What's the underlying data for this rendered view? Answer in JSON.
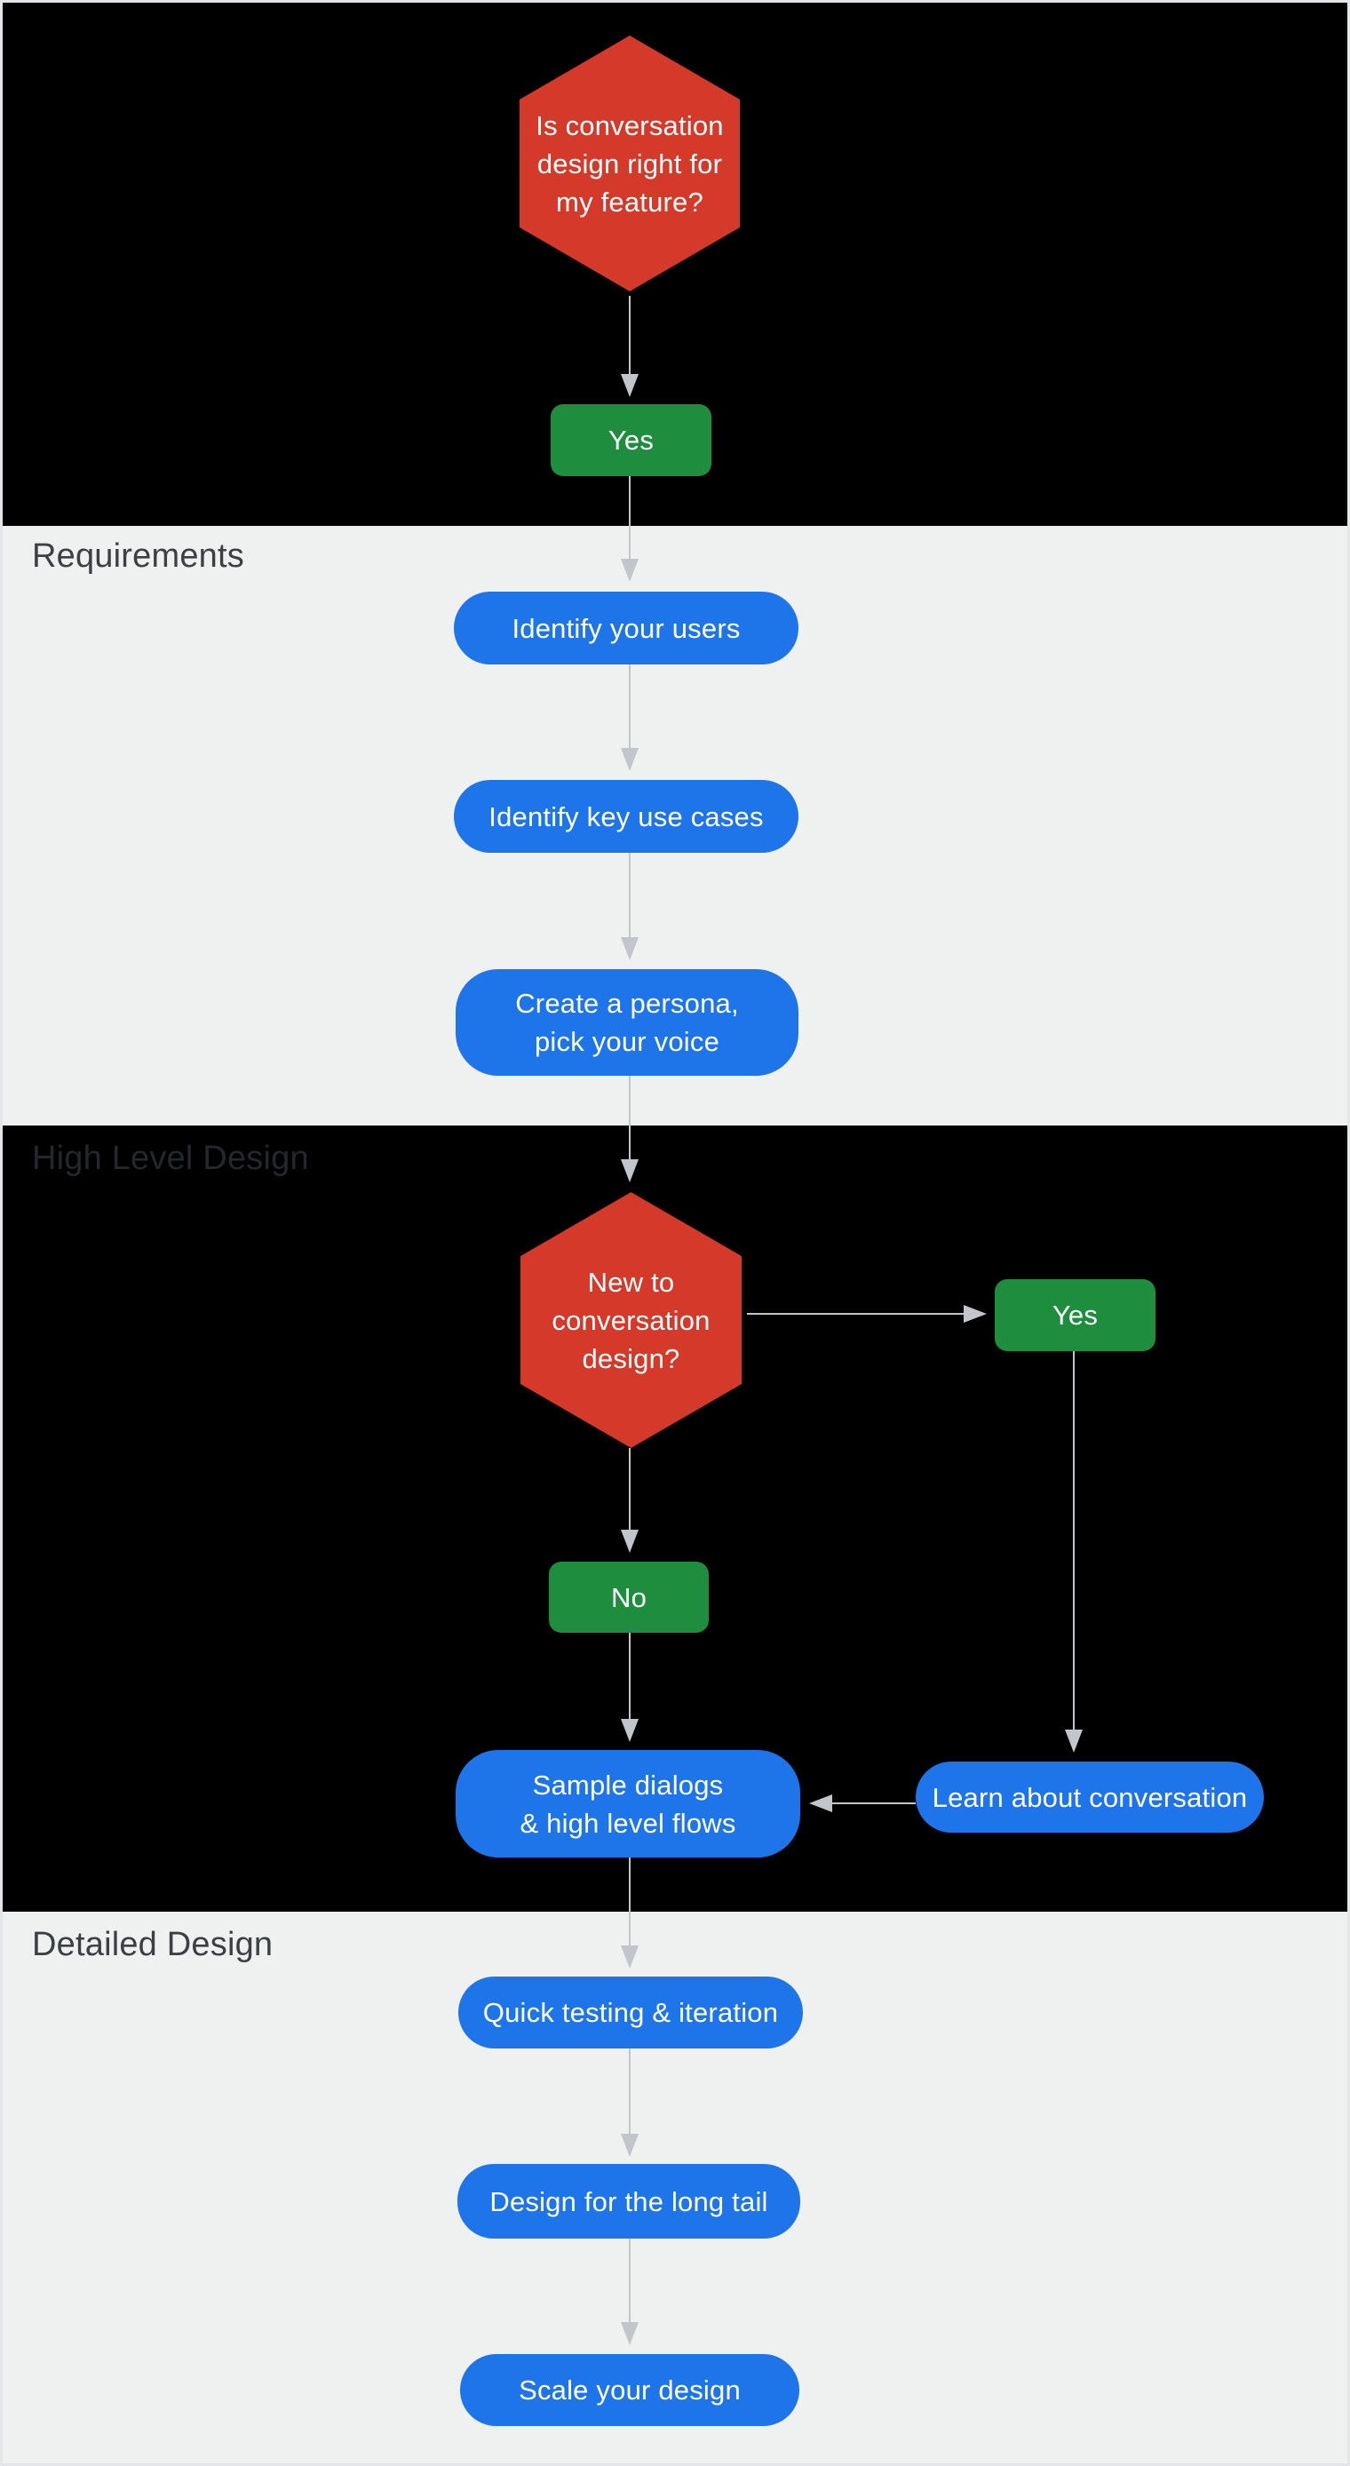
{
  "sections": {
    "requirements": "Requirements",
    "high_level_design": "High Level Design",
    "detailed_design": "Detailed Design"
  },
  "nodes": {
    "decision_fit": "Is conversation\ndesign right for\nmy feature?",
    "yes_fit": "Yes",
    "identify_users": "Identify your users",
    "identify_use_cases": "Identify key use cases",
    "create_persona": "Create a persona,\npick your voice",
    "decision_new": "New to\nconversation\ndesign?",
    "yes_new": "Yes",
    "no_new": "No",
    "sample_dialogs": "Sample dialogs\n& high level flows",
    "learn_conversation": "Learn about conversation",
    "quick_testing": "Quick testing & iteration",
    "long_tail": "Design for the long tail",
    "scale_design": "Scale your design"
  },
  "edges": [
    {
      "from": "decision_fit",
      "to": "yes_fit"
    },
    {
      "from": "yes_fit",
      "to": "identify_users"
    },
    {
      "from": "identify_users",
      "to": "identify_use_cases"
    },
    {
      "from": "identify_use_cases",
      "to": "create_persona"
    },
    {
      "from": "create_persona",
      "to": "decision_new"
    },
    {
      "from": "decision_new",
      "to": "yes_new"
    },
    {
      "from": "decision_new",
      "to": "no_new"
    },
    {
      "from": "no_new",
      "to": "sample_dialogs"
    },
    {
      "from": "yes_new",
      "to": "learn_conversation"
    },
    {
      "from": "learn_conversation",
      "to": "sample_dialogs"
    },
    {
      "from": "sample_dialogs",
      "to": "quick_testing"
    },
    {
      "from": "quick_testing",
      "to": "long_tail"
    },
    {
      "from": "long_tail",
      "to": "scale_design"
    }
  ],
  "colors": {
    "red": "#d5392a",
    "green": "#1e8e3e",
    "blue": "#1e74e9",
    "dark": "#000000",
    "light": "#eff0f0",
    "arrow": "#c2c6ca",
    "heading": "#3c4043",
    "heading-dim": "#24272b",
    "edge": "#e3e5e7"
  }
}
